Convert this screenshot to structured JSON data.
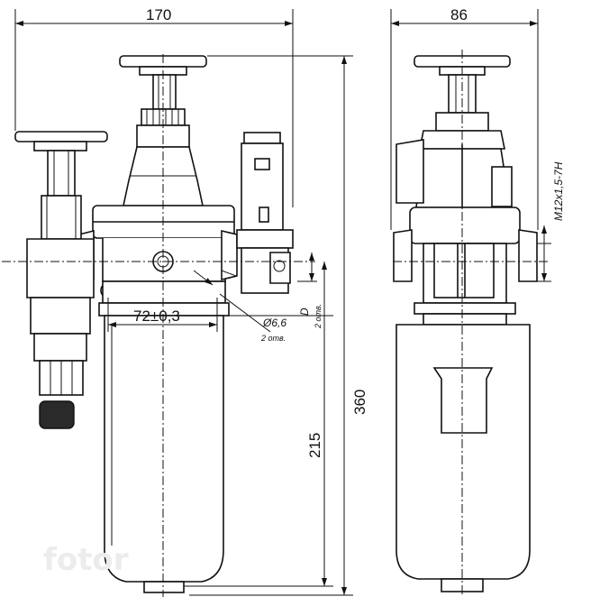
{
  "dimensions": {
    "front_width": "170",
    "side_width": "86",
    "height_total": "360",
    "height_bowl": "215",
    "hole_spacing": "72±0,3",
    "hole_diameter": "Ø6,6",
    "hole_note": "2 отв.",
    "thread": "M12x1,5-7H",
    "offset_label": "D",
    "offset_note": "2 отв."
  },
  "watermark": "fotor"
}
